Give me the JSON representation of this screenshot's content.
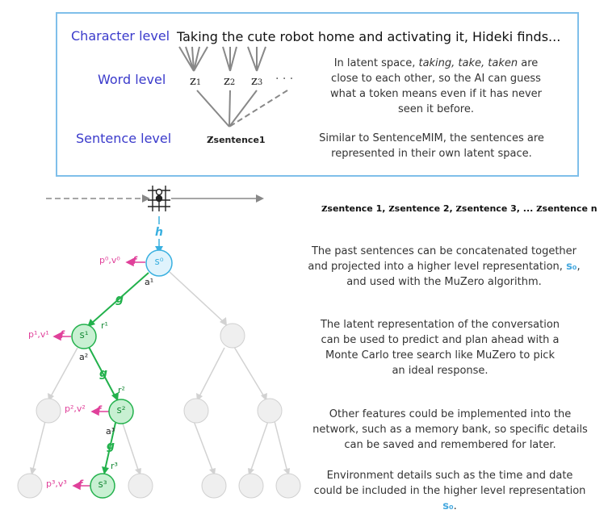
{
  "levels": {
    "character": "Character level",
    "word": "Word level",
    "sentence": "Sentence level"
  },
  "sentence_text": "Taking the cute robot home and activating it, Hideki finds...",
  "word_tokens": {
    "z1": "z",
    "z1_sub": "1",
    "z2": "z",
    "z2_sub": "2",
    "z3": "z",
    "z3_sub": "3",
    "ellipsis": "· · ·"
  },
  "z_sentence": {
    "z": "z",
    "sub": "sentence1"
  },
  "latent_note": {
    "pre": "In latent space, ",
    "words": "taking, take, taken",
    "post": " are close to each other, so the AI can guess what a token means even if it has never seen it before."
  },
  "sentence_note": "Similar to SentenceMIM, the sentences are represented in their own latent space.",
  "z_list": {
    "items": [
      "z",
      "sentence 1, ",
      "z",
      "sentence 2, ",
      "z",
      "sentence 3, ... ",
      "z",
      "sentence n"
    ]
  },
  "tree": {
    "h": "h",
    "s0": "s⁰",
    "s1": "s¹",
    "s2": "s²",
    "s3": "s³",
    "f": "f",
    "g": "g",
    "a1": "a¹",
    "a2": "a²",
    "a3": "a³",
    "r1": "r¹",
    "r2": "r²",
    "r3": "r³",
    "pv0": "p⁰,v⁰",
    "pv1": "p¹,v¹",
    "pv2": "p²,v²",
    "pv3": "p³,v³"
  },
  "notes": {
    "past_pre": "The past sentences can be concatenated together and projected into a higher level representation, ",
    "past_s0": "s₀",
    "past_post": ", and used with the MuZero algorithm.",
    "predict": "The latent representation of the conversation can be used to predict and plan ahead with a Monte Carlo tree search like MuZero to pick an ideal response.",
    "memory": "Other features could be implemented into the network, such as a memory bank, so specific details can be saved and remembered for later.",
    "env_pre": "Environment details such as the time and date could be included in the higher level representation ",
    "env_s0": "s₀",
    "env_post": "."
  },
  "colors": {
    "box_border": "#7fbfea",
    "level_text": "#3a3acb",
    "h_color": "#3ab0e0",
    "g_color": "#22b14c",
    "f_color": "#e0409a",
    "node_green_fill": "#c8f0d2",
    "node_gray_fill": "#efefef",
    "s0_fill": "#dff3fc"
  }
}
